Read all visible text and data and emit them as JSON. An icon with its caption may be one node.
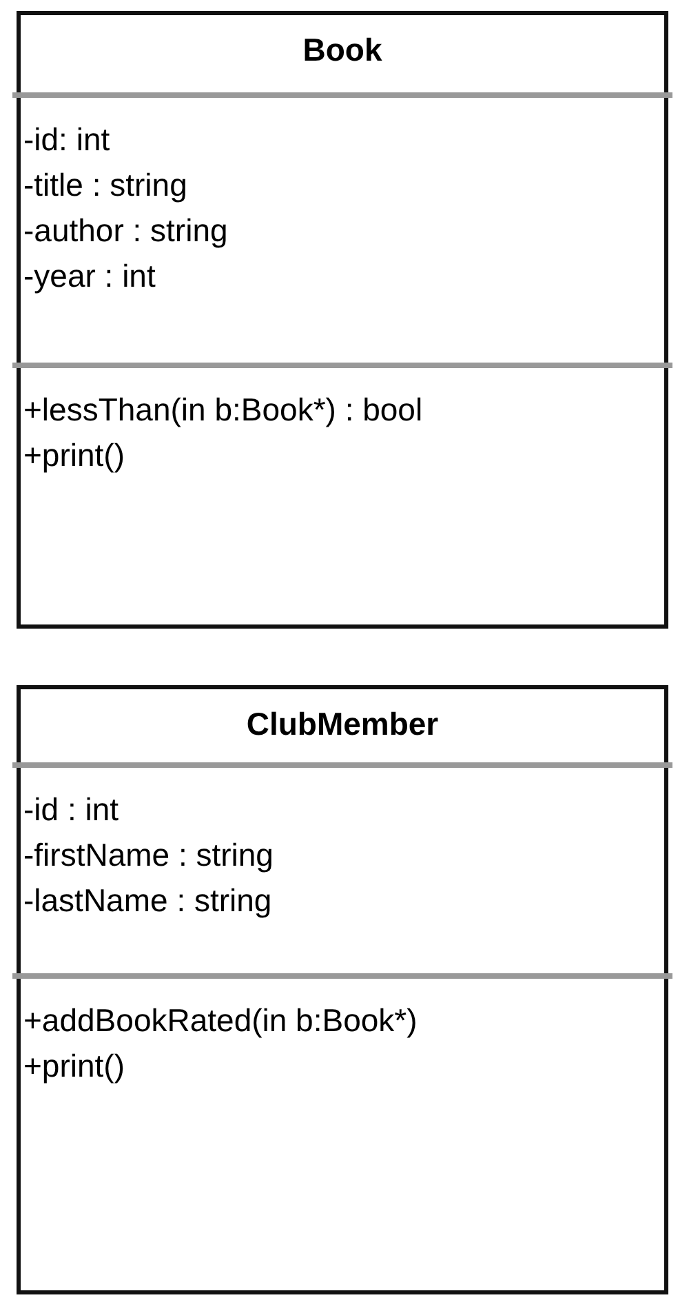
{
  "diagram": {
    "nodes": [
      {
        "text": [
          "Book"
        ]
      },
      {
        "text": [
          "-id: int",
          "-title : string",
          "-author : string",
          "-year : int"
        ],
        "in": 0
      },
      {
        "text": [
          "+lessThan(in b:Book*) : bool",
          "+print()"
        ],
        "in": 0
      },
      {
        "text": [
          "ClubMember"
        ]
      },
      {
        "text": [
          "-id : int",
          "-firstName : string",
          "-lastName : string"
        ],
        "in": 3
      },
      {
        "text": [
          "+addBookRated(in b:Book*)",
          "+print()"
        ],
        "in": 3
      }
    ]
  }
}
